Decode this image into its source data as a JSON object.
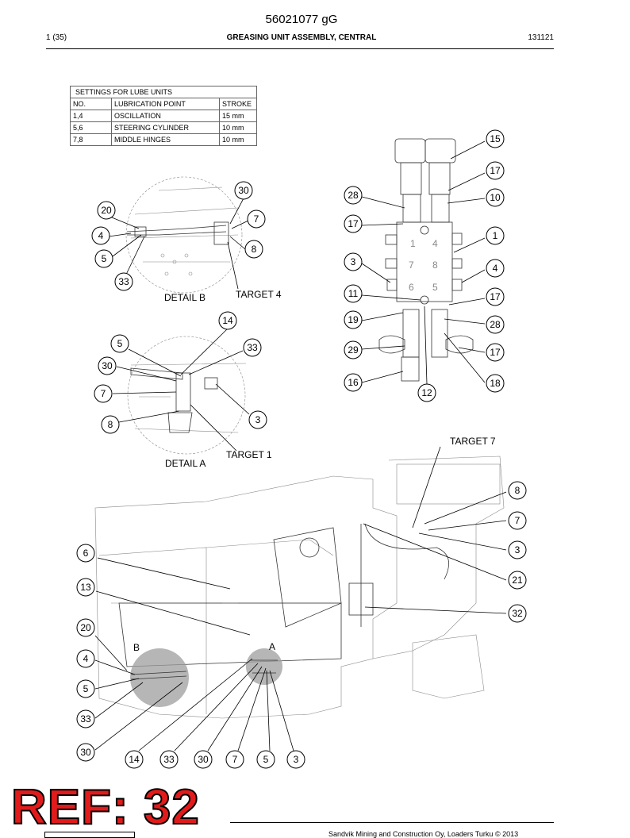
{
  "header": {
    "doc_number": "56021077 gG",
    "page": "1 (35)",
    "title": "GREASING UNIT ASSEMBLY, CENTRAL",
    "date_code": "131121"
  },
  "settings_table": {
    "caption": "SETTINGS FOR LUBE UNITS",
    "columns": [
      "NO.",
      "LUBRICATION POINT",
      "STROKE"
    ],
    "rows": [
      [
        "1,4",
        "OSCILLATION",
        "15 mm"
      ],
      [
        "5,6",
        "STEERING CYLINDER",
        "10 mm"
      ],
      [
        "7,8",
        "MIDDLE HINGES",
        "10 mm"
      ]
    ]
  },
  "labels": {
    "detail_b": "DETAIL B",
    "detail_a": "DETAIL A",
    "target_4": "TARGET 4",
    "target_1": "TARGET 1",
    "target_7": "TARGET 7",
    "view_a": "A",
    "view_b": "B"
  },
  "distributor_numbers": [
    "1",
    "4",
    "7",
    "8",
    "6",
    "5"
  ],
  "callouts": {
    "detail_b": [
      "30",
      "20",
      "7",
      "4",
      "8",
      "5",
      "33"
    ],
    "detail_a": [
      "14",
      "5",
      "33",
      "30",
      "7",
      "3",
      "8"
    ],
    "distributor": [
      "15",
      "17",
      "28",
      "10",
      "17",
      "1",
      "3",
      "4",
      "11",
      "17",
      "19",
      "28",
      "29",
      "17",
      "16",
      "18",
      "12"
    ],
    "main": [
      "8",
      "7",
      "6",
      "3",
      "13",
      "21",
      "32",
      "20",
      "4",
      "5",
      "33",
      "30",
      "14",
      "33",
      "30",
      "7",
      "5",
      "3"
    ]
  },
  "ref_stamp": "REF: 32",
  "footer": {
    "copyright": "Sandvik Mining and Construction Oy, Loaders Turku © 2013"
  }
}
